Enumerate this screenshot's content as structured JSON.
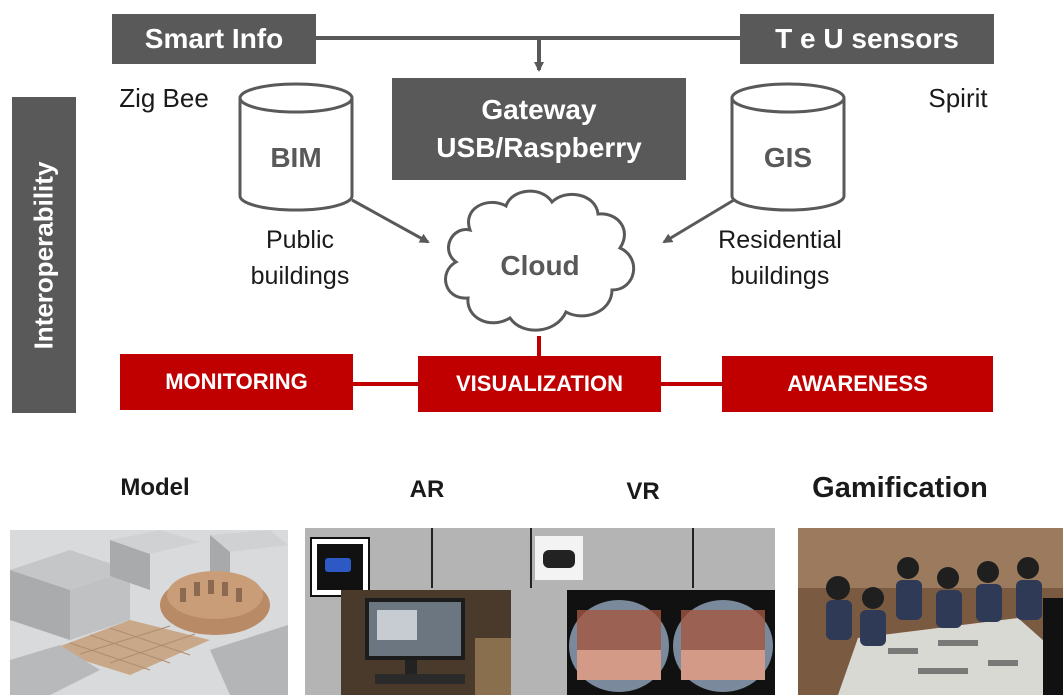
{
  "diagram": {
    "side_label": "Interoperability",
    "top_left_box": "Smart Info",
    "top_right_box": "T e U sensors",
    "protocol_left": "Zig Bee",
    "protocol_right": "Spirit",
    "gateway_line1": "Gateway",
    "gateway_line2": "USB/Raspberry",
    "db_left": "BIM",
    "db_right": "GIS",
    "db_left_caption_line1": "Public",
    "db_left_caption_line2": "buildings",
    "db_right_caption_line1": "Residential",
    "db_right_caption_line2": "buildings",
    "cloud": "Cloud",
    "outputs": [
      "MONITORING",
      "VISUALIZATION",
      "AWARENESS"
    ]
  },
  "media": {
    "model_caption": "Model",
    "ar_caption": "AR",
    "vr_caption": "VR",
    "gamification_caption": "Gamification"
  },
  "colors": {
    "dark_gray": "#595959",
    "red": "#c00000",
    "line_gray": "#595959"
  }
}
